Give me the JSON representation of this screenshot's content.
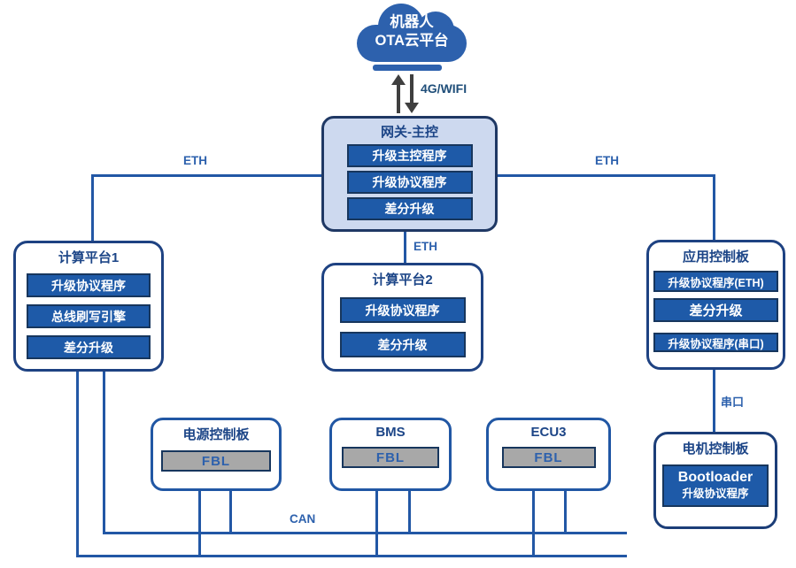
{
  "colors": {
    "cloud_blue": "#2d61ad",
    "chip_blue": "#1e5aa8",
    "chip_border_navy": "#17365d",
    "gateway_fill": "#cdd9ef",
    "connector_blue": "#2257a5",
    "title_blue": "#1c4587",
    "fbl_gray": "#a8a8a8",
    "arrow_gray": "#3f3f3f"
  },
  "cloud": {
    "line1": "机器人",
    "line2": "OTA云平台"
  },
  "links": {
    "wifi": "4G/WIFI",
    "eth_left": "ETH",
    "eth_right": "ETH",
    "eth_mid": "ETH",
    "serial": "串口",
    "can": "CAN"
  },
  "nodes": {
    "gateway": {
      "title": "网关-主控",
      "items": [
        "升级主控程序",
        "升级协议程序",
        "差分升级"
      ]
    },
    "platform1": {
      "title": "计算平台1",
      "items": [
        "升级协议程序",
        "总线刷写引擎",
        "差分升级"
      ]
    },
    "platform2": {
      "title": "计算平台2",
      "items": [
        "升级协议程序",
        "差分升级"
      ]
    },
    "app_board": {
      "title": "应用控制板",
      "items": [
        "升级协议程序(ETH)",
        "差分升级",
        "升级协议程序(串口)"
      ]
    },
    "motor_board": {
      "title": "电机控制板",
      "bootloader_line1": "Bootloader",
      "bootloader_line2": "升级协议程序"
    },
    "power_board": {
      "title": "电源控制板",
      "fbl": "FBL"
    },
    "bms": {
      "title": "BMS",
      "fbl": "FBL"
    },
    "ecu3": {
      "title": "ECU3",
      "fbl": "FBL"
    }
  }
}
